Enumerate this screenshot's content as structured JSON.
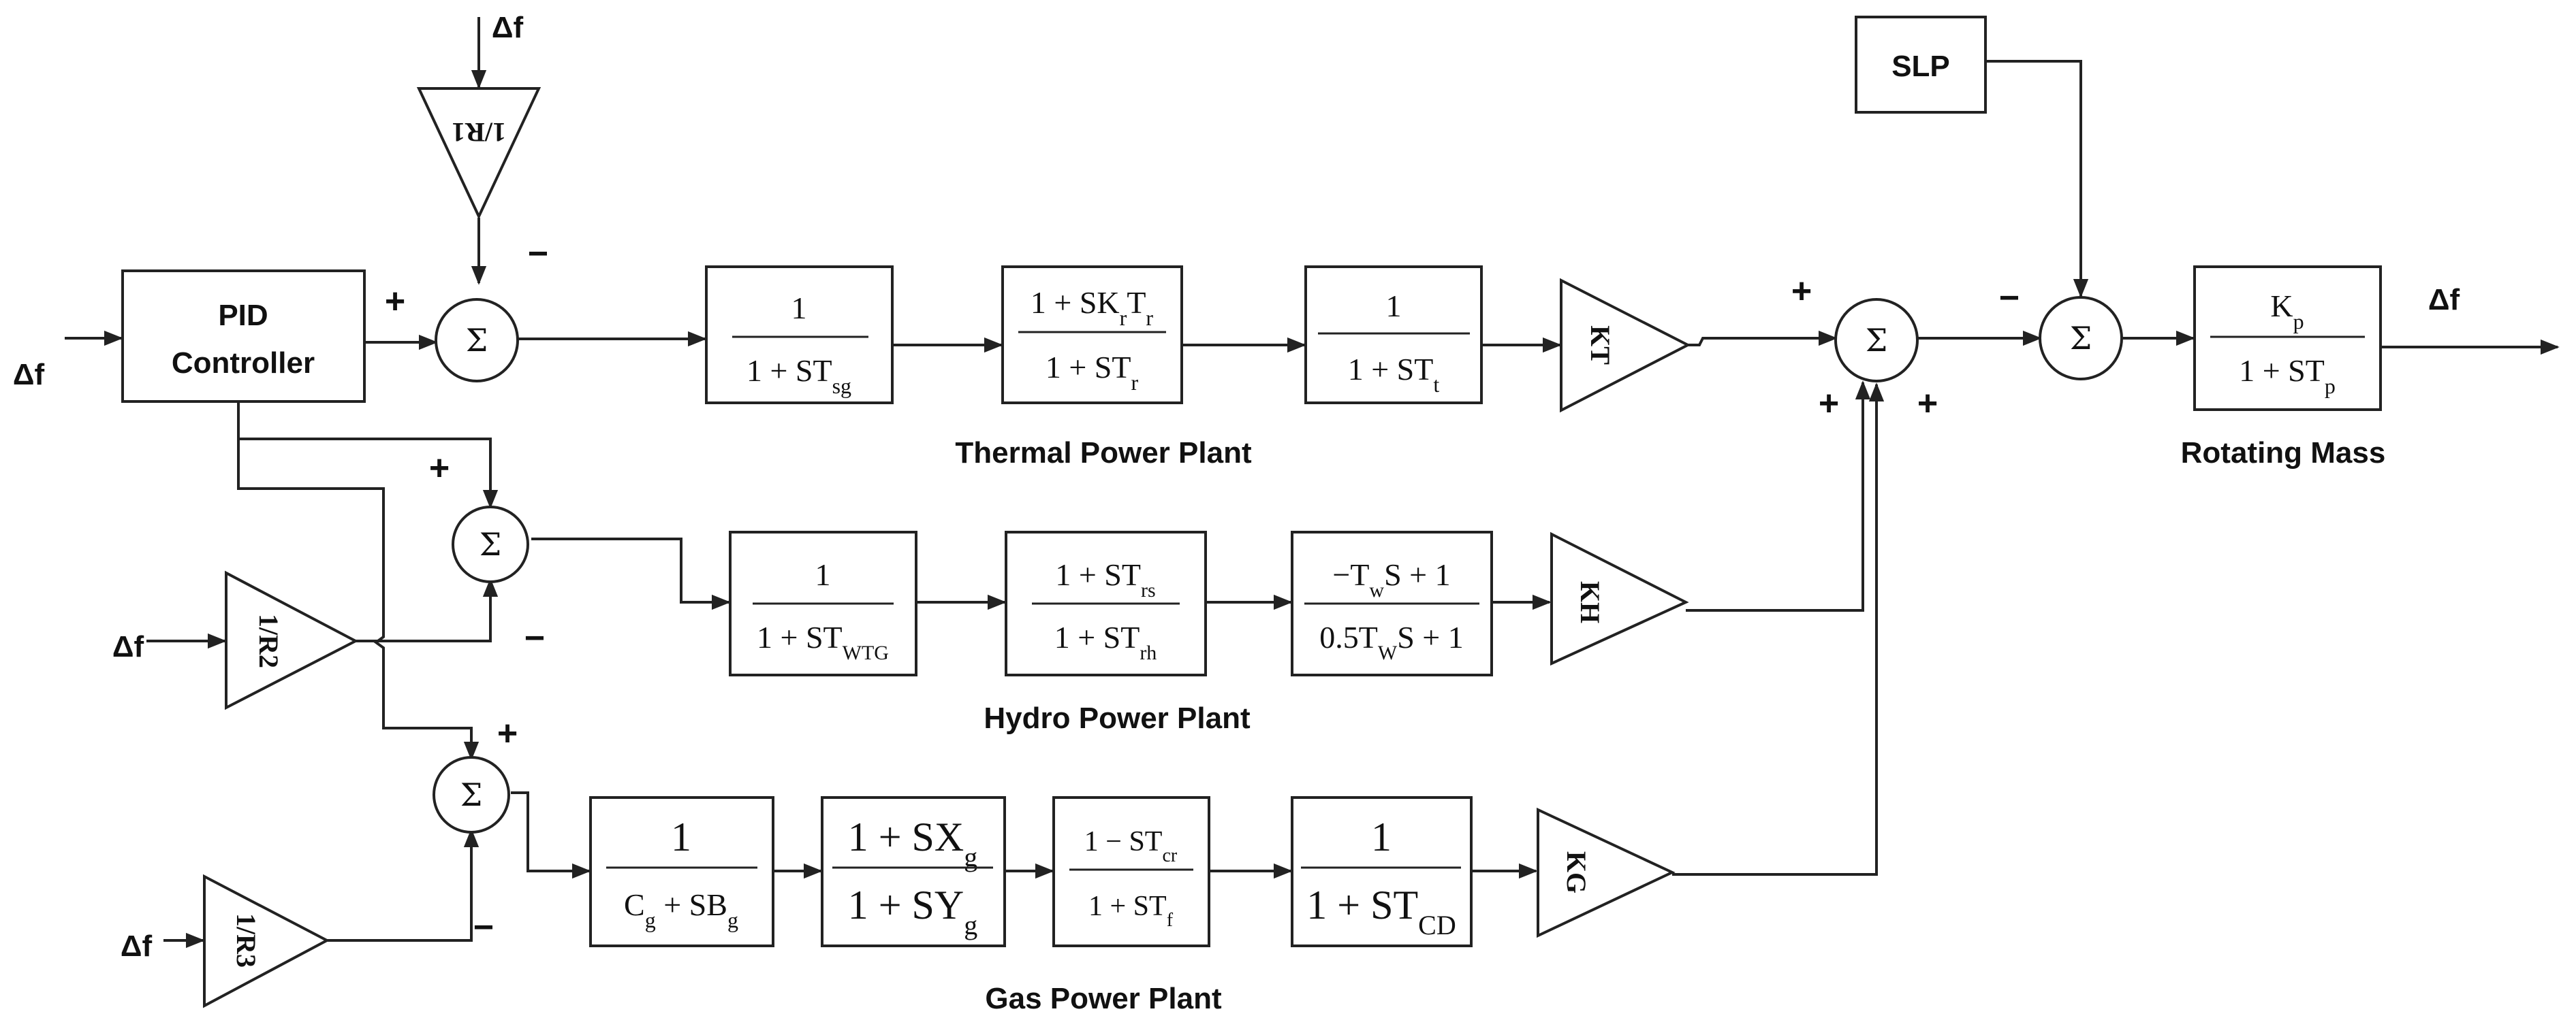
{
  "signals": {
    "df": "Δf"
  },
  "signs": {
    "plus": "+",
    "minus": "−"
  },
  "blocks": {
    "pid_line1": "PID",
    "pid_line2": "Controller",
    "slp": "SLP",
    "sigma": "Σ"
  },
  "gains": {
    "r1": "1/R1",
    "r2": "1/R2",
    "r3": "1/R3",
    "kt": "KT",
    "kh": "KH",
    "kg": "KG"
  },
  "thermal": {
    "label": "Thermal Power Plant",
    "governor": {
      "num": "1",
      "den": "1 + ST",
      "den_sub": "sg"
    },
    "reheat": {
      "num_a": "1 + SK",
      "num_sub1": "r",
      "num_b": "T",
      "num_sub2": "r",
      "den": "1 + ST",
      "den_sub": "r"
    },
    "turbine": {
      "num": "1",
      "den": "1 + ST",
      "den_sub": "t"
    }
  },
  "hydro": {
    "label": "Hydro Power Plant",
    "governor": {
      "num": "1",
      "den": "1 + ST",
      "den_sub": "WTG"
    },
    "droop": {
      "num": "1 + ST",
      "num_sub": "rs",
      "den": "1 + ST",
      "den_sub": "rh"
    },
    "penstock": {
      "num_a": "−T",
      "num_sub": "w",
      "num_b": "S + 1",
      "den_a": "0.5T",
      "den_sub": "W",
      "den_b": "S + 1"
    }
  },
  "gas": {
    "label": "Gas Power Plant",
    "valve": {
      "num": "1",
      "den_a": "C",
      "den_sub1": "g",
      "den_b": " + SB",
      "den_sub2": "g"
    },
    "positioner": {
      "num_a": "1 + SX",
      "num_sub": "g",
      "den_a": "1 + SY",
      "den_sub": "g"
    },
    "combustor": {
      "num": "1 − ST",
      "num_sub": "cr",
      "den": "1 + ST",
      "den_sub": "f"
    },
    "discharge": {
      "num": "1",
      "den": "1 + ST",
      "den_sub": "CD"
    }
  },
  "rotating": {
    "label": "Rotating Mass",
    "tf": {
      "num_a": "K",
      "num_sub": "p",
      "den": "1 + ST",
      "den_sub": "p"
    }
  }
}
